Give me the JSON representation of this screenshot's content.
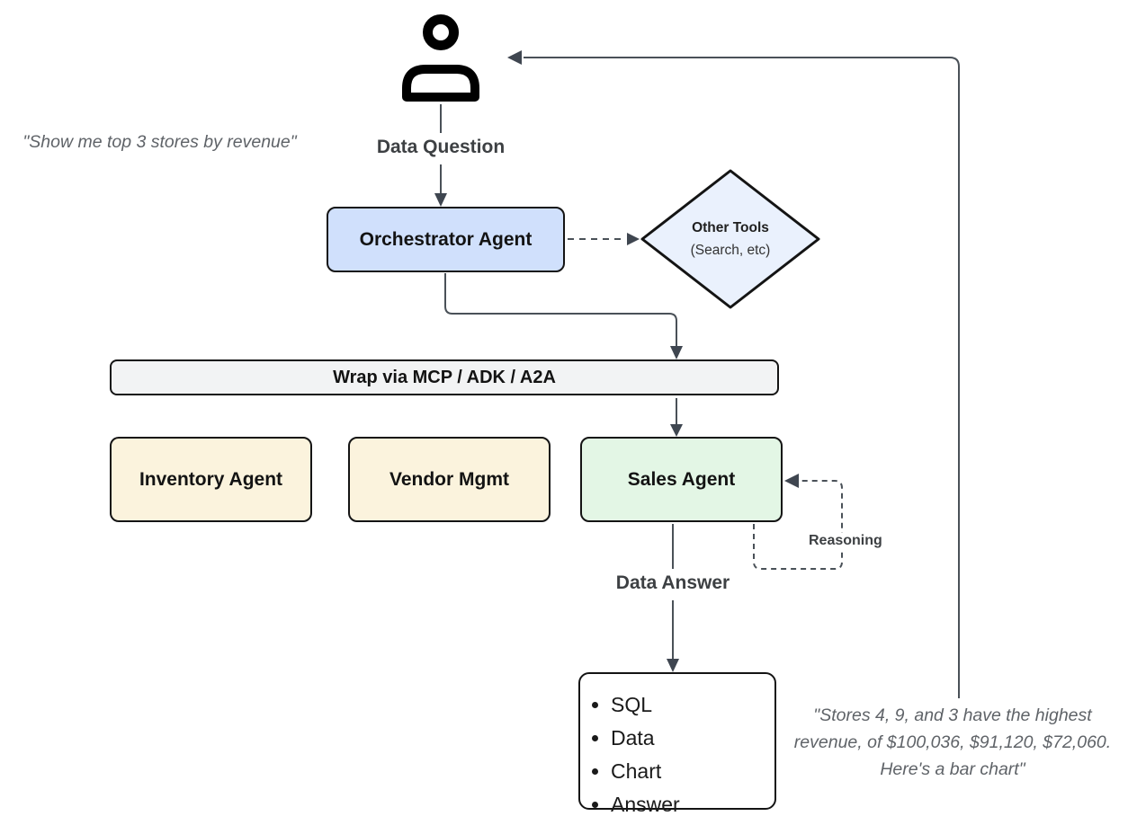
{
  "quotes": {
    "user_query": "\"Show me top 3 stores by revenue\"",
    "agent_response_lines": [
      "\"Stores 4, 9, and 3 have the highest",
      "revenue, of $100,036, $91,120, $72,060.",
      "Here's a bar chart\""
    ]
  },
  "labels": {
    "data_question": "Data Question",
    "data_answer": "Data Answer",
    "reasoning": "Reasoning"
  },
  "nodes": {
    "orchestrator": "Orchestrator Agent",
    "other_tools_title": "Other Tools",
    "other_tools_subtitle": "(Search, etc)",
    "wrap_layer": "Wrap via MCP / ADK / A2A",
    "inventory": "Inventory Agent",
    "vendor": "Vendor Mgmt",
    "sales": "Sales Agent"
  },
  "output_box": {
    "items": [
      "SQL",
      "Data",
      "Chart",
      "Answer"
    ]
  },
  "colors": {
    "orchestrator_fill": "#d0e0fc",
    "other_tools_fill": "#eaf1fd",
    "wrap_bar_fill": "#f2f3f4",
    "support_agent_fill": "#fbf3dd",
    "sales_agent_fill": "#e3f6e5",
    "connector_line": "#4a5158",
    "node_border": "#141414",
    "quote_text": "#5f6368",
    "label_text": "#3d4043"
  }
}
